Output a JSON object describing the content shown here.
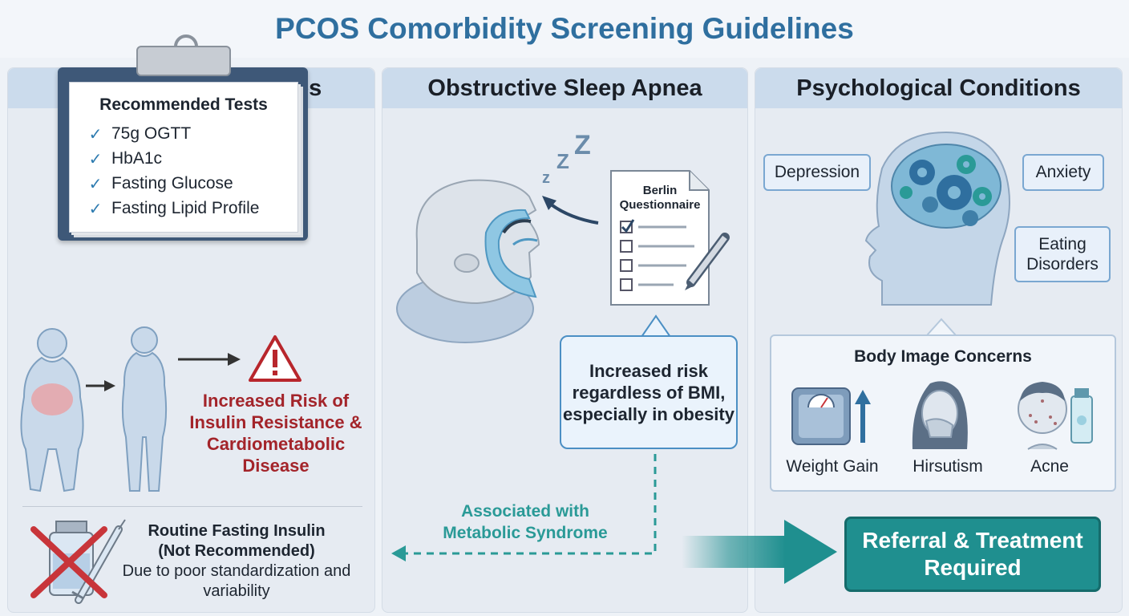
{
  "title": "PCOS Comorbidity Screening Guidelines",
  "panels": {
    "metabolic": {
      "heading": "Metabolic Disturbances",
      "tests_title": "Recommended Tests",
      "tests": [
        "75g OGTT",
        "HbA1c",
        "Fasting Glucose",
        "Fasting Lipid Profile"
      ],
      "risk": "Increased Risk of Insulin Resistance & Cardiometabolic Disease",
      "insulin_title": "Routine Fasting Insulin",
      "insulin_sub": "(Not Recommended)",
      "insulin_reason": "Due to poor standardization and variability"
    },
    "sleep": {
      "heading": "Obstructive Sleep Apnea",
      "questionnaire": "Berlin Questionnaire",
      "risk": "Increased risk regardless of BMI, especially in obesity",
      "zzz": "Z"
    },
    "psych": {
      "heading": "Psychological Conditions",
      "conditions": [
        "Depression",
        "Anxiety",
        "Eating Disorders"
      ],
      "body_title": "Body Image Concerns",
      "body_items": [
        "Weight Gain",
        "Hirsutism",
        "Acne"
      ]
    }
  },
  "connectors": {
    "association": "Associated with Metabolic Syndrome",
    "referral": "Referral & Treatment Required"
  },
  "colors": {
    "title": "#2f6f9f",
    "risk": "#a3242a",
    "teal": "#1f8f8f",
    "accent": "#2a9a97",
    "blue": "#4b8fc4"
  },
  "icons": [
    "clipboard-icon",
    "check-icon",
    "body-silhouette-icon",
    "warning-icon",
    "vial-icon",
    "syringe-icon",
    "sleeping-head-icon",
    "questionnaire-icon",
    "pencil-icon",
    "brain-gears-icon",
    "scale-icon",
    "face-hand-icon",
    "face-acne-icon",
    "cream-tube-icon"
  ]
}
